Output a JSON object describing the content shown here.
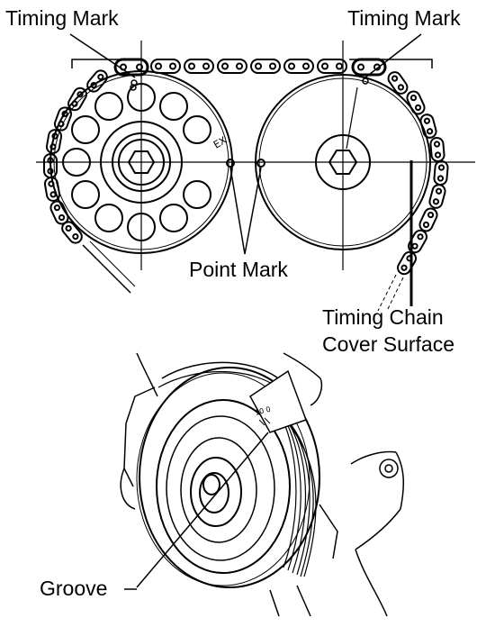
{
  "labels": {
    "timing_mark_left": "Timing Mark",
    "timing_mark_right": "Timing Mark",
    "point_mark": "Point Mark",
    "timing_chain_cover_surface_line1": "Timing Chain",
    "timing_chain_cover_surface_line2": "Cover Surface",
    "groove": "Groove",
    "exhaust_marking": "EX",
    "pulley_tdc_marking": "10 0"
  }
}
